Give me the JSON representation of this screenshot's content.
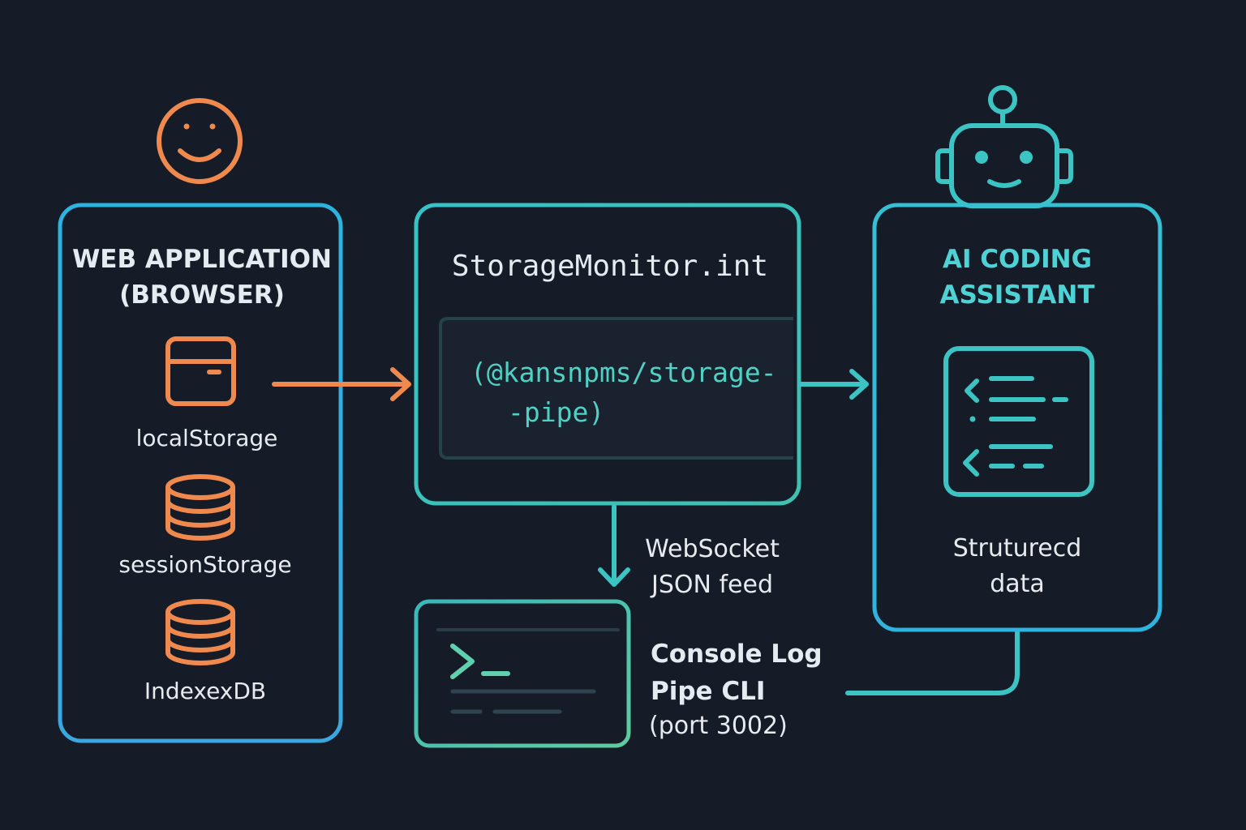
{
  "colors": {
    "background": "#161c27",
    "orange": "#f0894e",
    "blue": "#2fb2df",
    "teal": "#3cc4c4",
    "title_light": "#e4ecf2",
    "title_teal": "#4fd2d6",
    "text_light": "#e7eaef"
  },
  "user": {
    "icon": "smiley-face-icon"
  },
  "web_app": {
    "title_line1": "WEB APPLICATION",
    "title_line2": "(BROWSER)",
    "stores": [
      {
        "icon": "browser-window-icon",
        "label": "localStorage"
      },
      {
        "icon": "database-icon",
        "label": "sessionStorage"
      },
      {
        "icon": "database-icon",
        "label": "IndexexDB"
      }
    ]
  },
  "monitor": {
    "title": "StorageMonitor.int",
    "package_line1": "(@kansnpms/storage-",
    "package_line2": "-pipe)"
  },
  "feed": {
    "line1": "WebSocket",
    "line2": "JSON feed"
  },
  "cli": {
    "icon": "terminal-prompt-icon",
    "title_line1": "Console Log",
    "title_line2": "Pipe CLI",
    "port": "(port 3002)"
  },
  "assistant": {
    "icon": "robot-icon",
    "title_line1": "AI CODING",
    "title_line2": "ASSISTANT",
    "code_icon": "code-document-icon",
    "output_line1": "Struturecd",
    "output_line2": "data"
  }
}
